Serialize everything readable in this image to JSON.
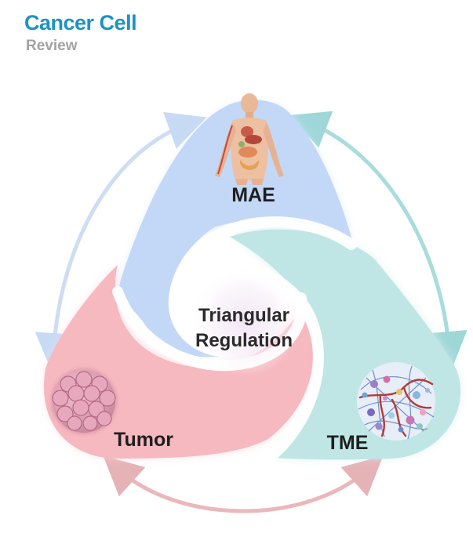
{
  "header": {
    "journal": "Cancer Cell",
    "section": "Review"
  },
  "diagram": {
    "center_label_line1": "Triangular",
    "center_label_line2": "Regulation",
    "nodes": {
      "mae": {
        "label": "MAE",
        "icon": "human-body-icon",
        "color": "#c3d8f7"
      },
      "tumor": {
        "label": "Tumor",
        "icon": "tumor-cell-cluster-icon",
        "color": "#f6b9c0"
      },
      "tme": {
        "label": "TME",
        "icon": "microenvironment-icon",
        "color": "#bfe6e4"
      }
    },
    "arrows": {
      "mae_tumor": "#cdddf3",
      "mae_tme": "#a9dcdc",
      "tumor_tme": "#eab8bb"
    }
  }
}
